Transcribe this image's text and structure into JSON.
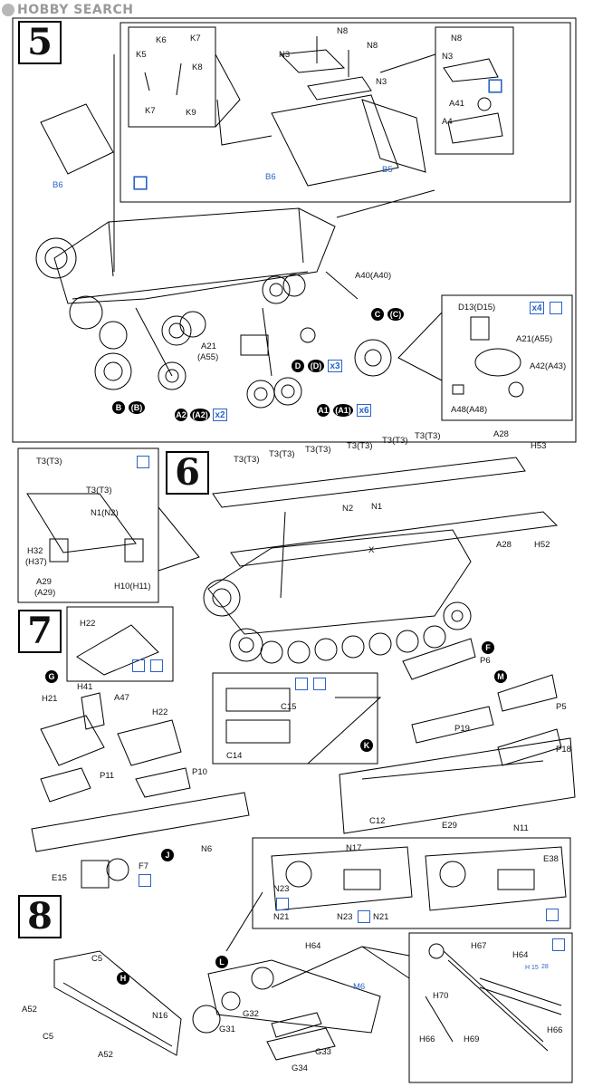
{
  "watermark": {
    "text": "HOBBY SEARCH"
  },
  "steps": [
    "5",
    "6",
    "7",
    "8"
  ],
  "labels": {
    "K6": "K6",
    "K7a": "K7",
    "K5": "K5",
    "K8": "K8",
    "K7b": "K7",
    "K9": "K9",
    "N8a": "N8",
    "N8b": "N8",
    "N3a": "N3",
    "N3b": "N3",
    "B6a": "B6",
    "B5": "B5",
    "N8c": "N8",
    "N3c": "N3",
    "A41": "A41",
    "A4": "A4",
    "B6b": "B6",
    "A40": "A40(A40)",
    "D13": "D13(D15)",
    "A21b": "A21(A55)",
    "A42": "A42(A43)",
    "A48": "A48(A48)",
    "A21": "A21",
    "A55": "(A55)",
    "T3a": "T3(T3)",
    "T3b": "T3(T3)",
    "T3c": "T3(T3)",
    "T3d": "T3(T3)",
    "T3e": "T3(T3)",
    "T3f": "T3(T3)",
    "T3g": "T3(T3)",
    "T3h": "T3(T3)",
    "A28a": "A28",
    "H53": "H53",
    "N2": "N2",
    "N1": "N1",
    "A28b": "A28",
    "H52": "H52",
    "X": "X",
    "N1N2": "N1(N2)",
    "H32": "H32",
    "H37": "(H37)",
    "A29": "A29",
    "A29b": "(A29)",
    "H10": "H10(H11)",
    "H22a": "H22",
    "H41": "H41",
    "H21": "H21",
    "A47": "A47",
    "H22b": "H22",
    "P11": "P11",
    "P10": "P10",
    "C15": "C15",
    "C14": "C14",
    "P6": "P6",
    "P19": "P19",
    "P5": "P5",
    "P18": "P18",
    "N6": "N6",
    "E15": "E15",
    "F7": "F7",
    "C12": "C12",
    "E29": "E29",
    "N11": "N11",
    "N17": "N17",
    "E38": "E38",
    "N23a": "N23",
    "N21a": "N21",
    "N23b": "N23",
    "N21b": "N21",
    "C5a": "C5",
    "A52a": "A52",
    "C5b": "C5",
    "N16": "N16",
    "A52b": "A52",
    "H64a": "H64",
    "M6": "M6",
    "G32": "G32",
    "G31": "G31",
    "G33": "G33",
    "G34": "G34",
    "H67": "H67",
    "H64b": "H64",
    "H70": "H70",
    "H66a": "H66",
    "H69": "H69",
    "H66b": "H66",
    "H15": "H 15",
    "num28": "28"
  },
  "bubbles": {
    "B": "B",
    "Bp": "(B)",
    "A2": "A2",
    "A2p": "(A2)",
    "D": "D",
    "Dp": "(D)",
    "A1": "A1",
    "A1p": "(A1)",
    "C": "C",
    "Cp": "(C)",
    "G": "G",
    "F": "F",
    "M": "M",
    "K": "K",
    "J": "J",
    "H": "H",
    "L": "L"
  },
  "multipliers": {
    "x2": "x2",
    "x3": "x3",
    "x6": "x6",
    "x4": "x4"
  },
  "colors": {
    "accent": "#2a62c8",
    "ink": "#111111",
    "watermark": "#9a9a9a"
  },
  "icons": [
    "brush-icon",
    "symmetry-icon",
    "cement-icon"
  ]
}
